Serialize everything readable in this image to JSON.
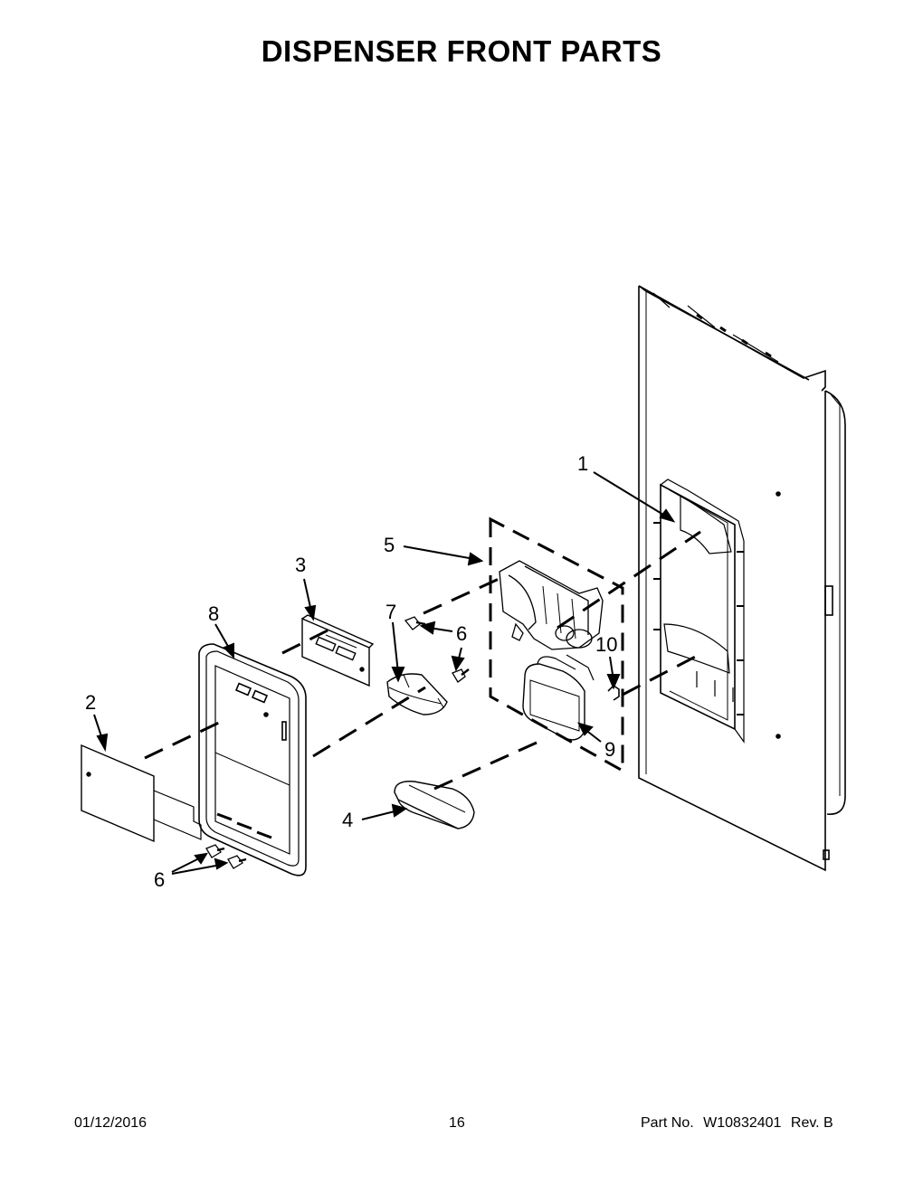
{
  "title": "DISPENSER FRONT PARTS",
  "callouts": {
    "c1": "1",
    "c2": "2",
    "c3": "3",
    "c4": "4",
    "c5": "5",
    "c6a": "6",
    "c6b": "6",
    "c7": "7",
    "c8": "8",
    "c9": "9",
    "c10": "10"
  },
  "footer": {
    "date": "01/12/2016",
    "page": "16",
    "part_label": "Part No.",
    "part_number": "W10832401",
    "revision": "Rev. B"
  }
}
